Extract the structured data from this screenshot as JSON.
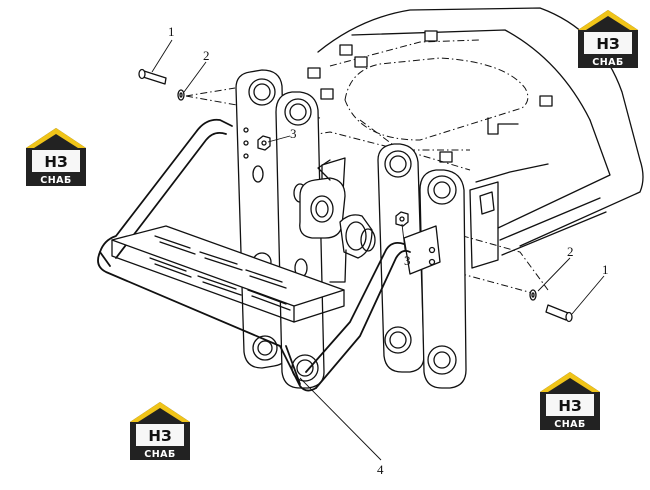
{
  "diagram": {
    "callouts": {
      "left_bolt": "1",
      "left_washer": "2",
      "left_nut": "3",
      "right_nut": "3",
      "right_washer": "2",
      "right_bolt": "1",
      "step": "4"
    },
    "watermark": {
      "mark": "НЗ",
      "caption": "СНАБ",
      "colors": {
        "roof": "#f0c419",
        "body": "#222222",
        "text": "#ffffff"
      }
    }
  }
}
